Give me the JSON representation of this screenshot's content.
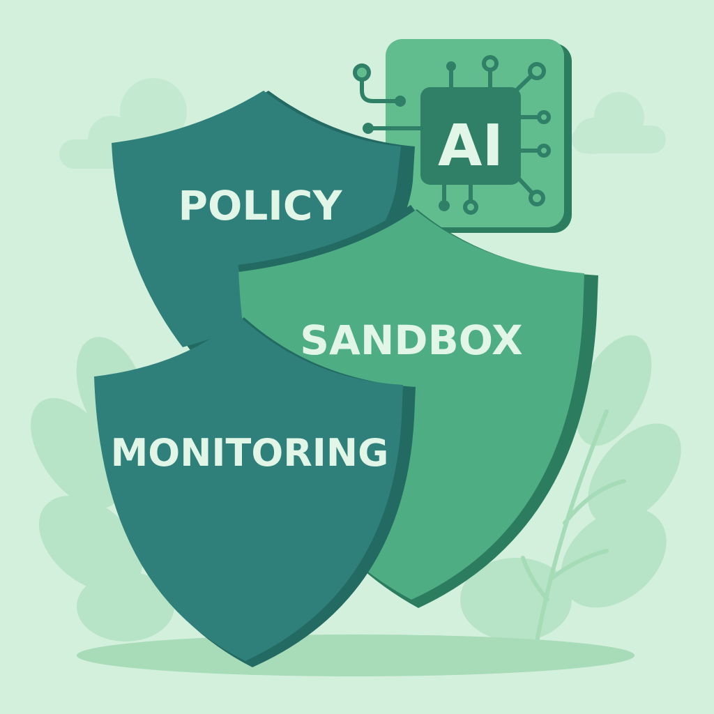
{
  "labels": {
    "policy": "POLICY",
    "sandbox": "SANDBOX",
    "monitoring": "MONITORING",
    "chip": "AI"
  },
  "colors": {
    "background": "#d3f0dd",
    "teal_shield": "#2f807b",
    "teal_shield_edge": "#236a63",
    "green_shield": "#4ead82",
    "green_shield_edge": "#2c7d60",
    "card": "#62bd8e",
    "chip": "#2f8066",
    "label_text": "#e2f6e8"
  }
}
